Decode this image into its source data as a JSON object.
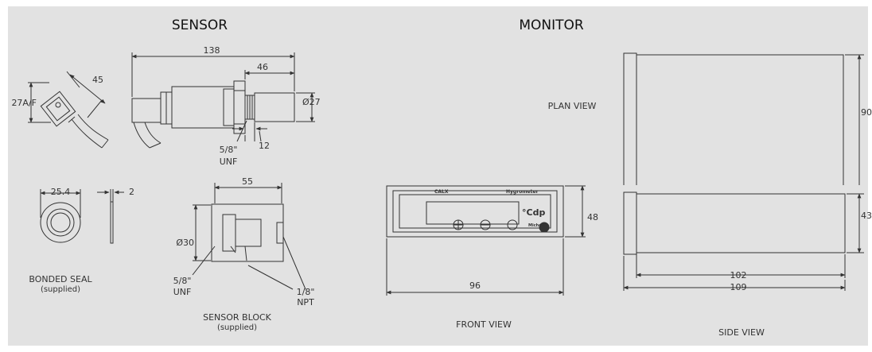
{
  "sections": {
    "sensor": "SENSOR",
    "monitor": "MONITOR"
  },
  "dimensions": {
    "hex_af": "27A/F",
    "hex_45": "45",
    "length_138": "138",
    "length_46": "46",
    "dia_27": "Ø27",
    "len_12": "12",
    "thread_58_top": "5/8\"",
    "unf_top": "UNF",
    "seal_254": "25.4",
    "seal_2": "2",
    "block_55": "55",
    "block_d30": "Ø30",
    "thread_58_block": "5/8\"",
    "unf_block": "UNF",
    "npt_18": "1/8\"",
    "npt": "NPT",
    "front_48": "48",
    "front_96": "96",
    "plan_90": "90",
    "side_43": "43",
    "side_102": "102",
    "side_109": "109"
  },
  "captions": {
    "bonded_seal": "BONDED SEAL",
    "bonded_seal_sub": "(supplied)",
    "sensor_block": "SENSOR BLOCK",
    "sensor_block_sub": "(supplied)",
    "front_view": "FRONT VIEW",
    "plan_view": "PLAN VIEW",
    "side_view": "SIDE VIEW"
  },
  "panel": {
    "brand": "CALX",
    "product": "Hygrometer",
    "unit": "°Cdp",
    "maker": "Michell"
  },
  "colors": {
    "background": "#e2e2e2",
    "line": "#333333"
  }
}
